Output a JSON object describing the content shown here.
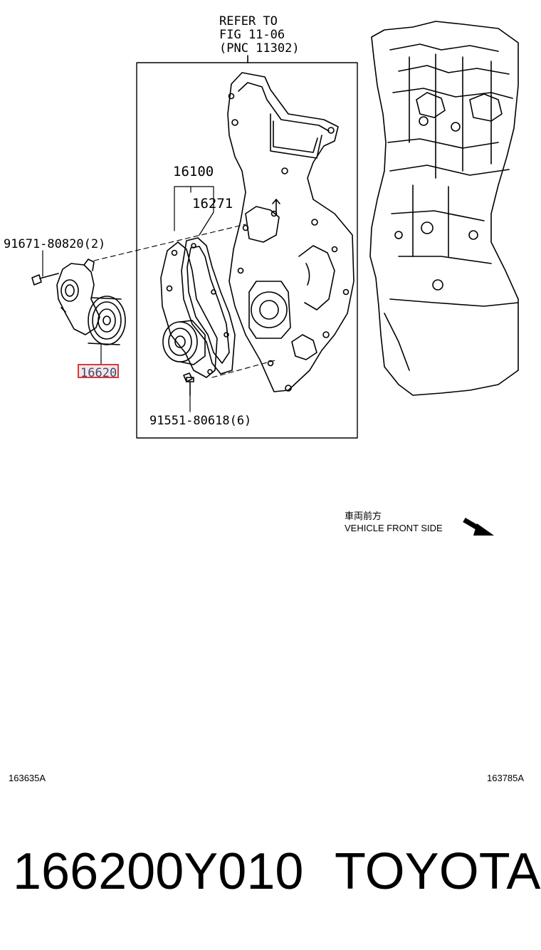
{
  "callouts": {
    "refer_line1": "REFER TO",
    "refer_line2": "FIG 11-06",
    "refer_line3": "(PNC 11302)",
    "part_16100": "16100",
    "part_16271": "16271",
    "bolt_top": "91671-80820(2)",
    "part_16620": "16620",
    "bolt_bottom": "91551-80618(6)"
  },
  "direction": {
    "japanese": "車両前方",
    "english": "VEHICLE FRONT SIDE"
  },
  "codes": {
    "left": "163635A",
    "right": "163785A"
  },
  "footer": {
    "part_number": "166200Y010",
    "brand": "TOYOTA"
  },
  "colors": {
    "highlight_border": "#d83a3a",
    "highlight_fill": "#f6e6e6",
    "highlight_text": "#3a4a73"
  }
}
